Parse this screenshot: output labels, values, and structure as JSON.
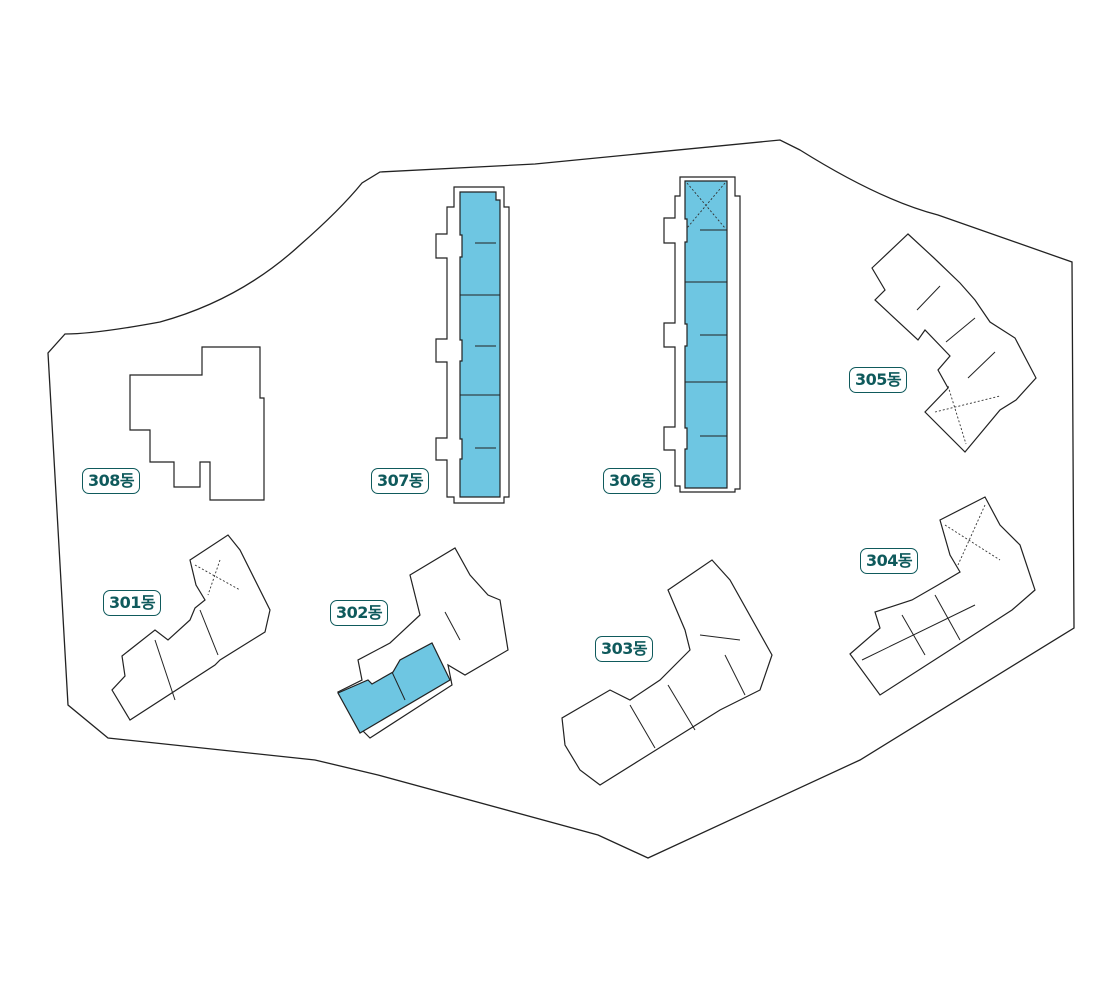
{
  "colors": {
    "outline": "#222222",
    "selected_unit_fill": "#6ec6e2",
    "label_color": "#0f5a5c",
    "background": "#ffffff"
  },
  "buildings": [
    {
      "id": "308",
      "label": "308동",
      "highlighted": false
    },
    {
      "id": "307",
      "label": "307동",
      "highlighted": true
    },
    {
      "id": "306",
      "label": "306동",
      "highlighted": true
    },
    {
      "id": "305",
      "label": "305동",
      "highlighted": false
    },
    {
      "id": "301",
      "label": "301동",
      "highlighted": false
    },
    {
      "id": "302",
      "label": "302동",
      "highlighted": true
    },
    {
      "id": "303",
      "label": "303동",
      "highlighted": false
    },
    {
      "id": "304",
      "label": "304동",
      "highlighted": false
    }
  ]
}
